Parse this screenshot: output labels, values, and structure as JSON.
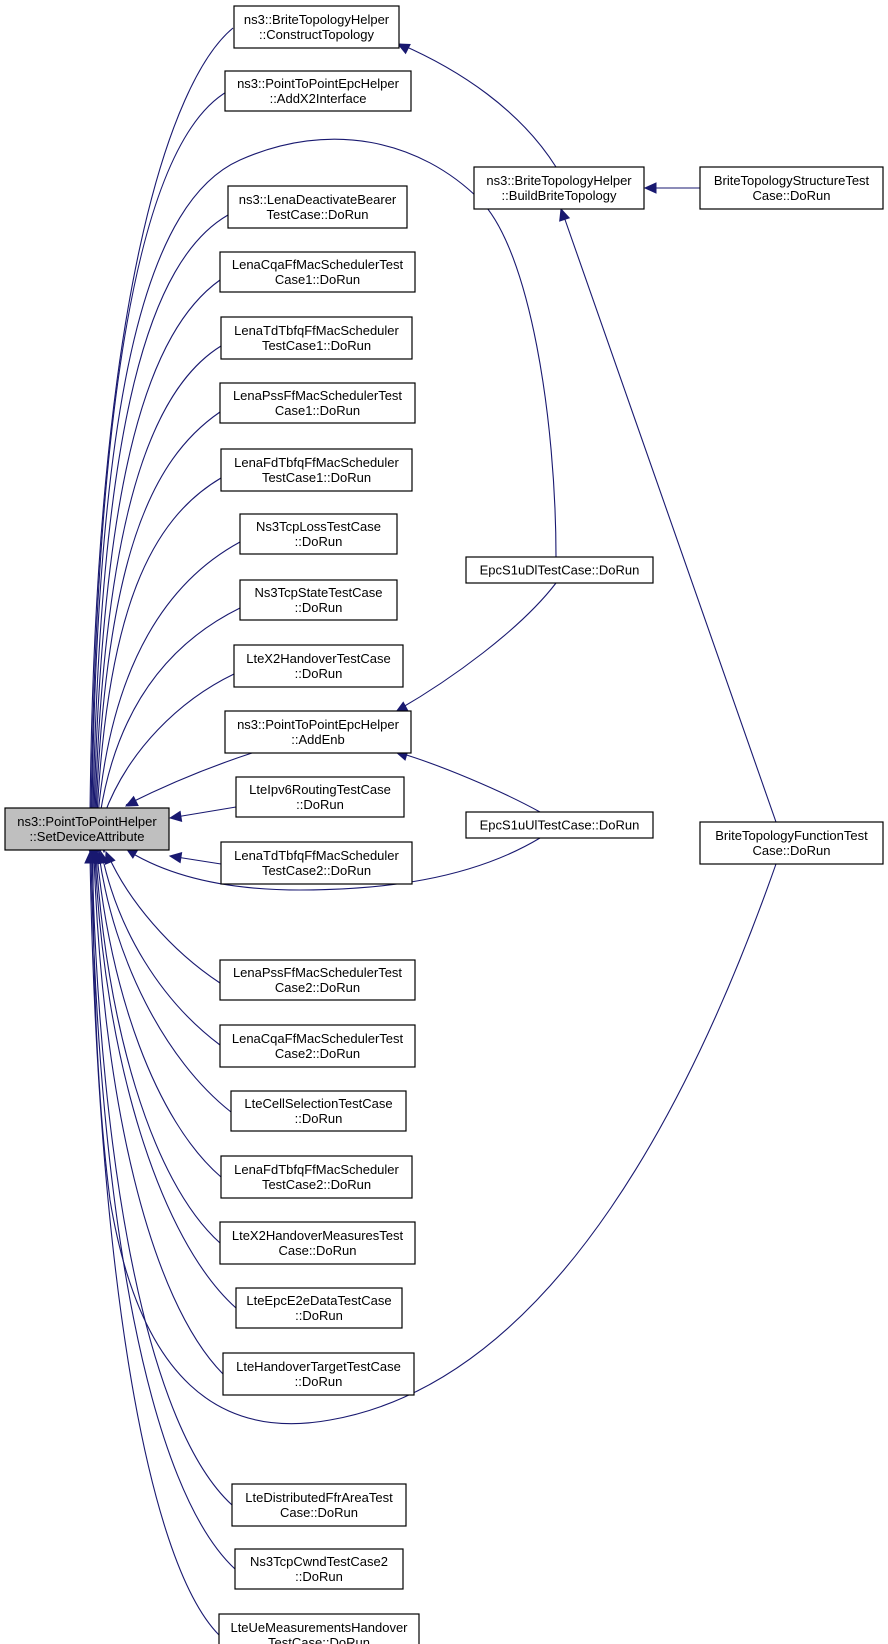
{
  "graph": {
    "colors": {
      "edge": "#191970",
      "root_fill": "#bfbfbf",
      "node_fill": "#ffffff",
      "border": "#000000"
    },
    "nodes": [
      {
        "id": "root",
        "lines": [
          "ns3::PointToPointHelper",
          "::SetDeviceAttribute"
        ],
        "root": true
      },
      {
        "id": "brite_construct",
        "lines": [
          "ns3::BriteTopologyHelper",
          "::ConstructTopology"
        ]
      },
      {
        "id": "p2p_addx2",
        "lines": [
          "ns3::PointToPointEpcHelper",
          "::AddX2Interface"
        ]
      },
      {
        "id": "lena_deactivate",
        "lines": [
          "ns3::LenaDeactivateBearer",
          "TestCase::DoRun"
        ]
      },
      {
        "id": "cqa1",
        "lines": [
          "LenaCqaFfMacSchedulerTest",
          "Case1::DoRun"
        ]
      },
      {
        "id": "tdtbfq1",
        "lines": [
          "LenaTdTbfqFfMacScheduler",
          "TestCase1::DoRun"
        ]
      },
      {
        "id": "pss1",
        "lines": [
          "LenaPssFfMacSchedulerTest",
          "Case1::DoRun"
        ]
      },
      {
        "id": "fdtbfq1",
        "lines": [
          "LenaFdTbfqFfMacScheduler",
          "TestCase1::DoRun"
        ]
      },
      {
        "id": "tcploss",
        "lines": [
          "Ns3TcpLossTestCase",
          "::DoRun"
        ]
      },
      {
        "id": "tcpstate",
        "lines": [
          "Ns3TcpStateTestCase",
          "::DoRun"
        ]
      },
      {
        "id": "x2handover",
        "lines": [
          "LteX2HandoverTestCase",
          "::DoRun"
        ]
      },
      {
        "id": "p2p_addenb",
        "lines": [
          "ns3::PointToPointEpcHelper",
          "::AddEnb"
        ]
      },
      {
        "id": "ipv6routing",
        "lines": [
          "LteIpv6RoutingTestCase",
          "::DoRun"
        ]
      },
      {
        "id": "tdtbfq2",
        "lines": [
          "LenaTdTbfqFfMacScheduler",
          "TestCase2::DoRun"
        ]
      },
      {
        "id": "pss2",
        "lines": [
          "LenaPssFfMacSchedulerTest",
          "Case2::DoRun"
        ]
      },
      {
        "id": "cqa2",
        "lines": [
          "LenaCqaFfMacSchedulerTest",
          "Case2::DoRun"
        ]
      },
      {
        "id": "cellsel",
        "lines": [
          "LteCellSelectionTestCase",
          "::DoRun"
        ]
      },
      {
        "id": "fdtbfq2",
        "lines": [
          "LenaFdTbfqFfMacScheduler",
          "TestCase2::DoRun"
        ]
      },
      {
        "id": "x2meas",
        "lines": [
          "LteX2HandoverMeasuresTest",
          "Case::DoRun"
        ]
      },
      {
        "id": "epce2e",
        "lines": [
          "LteEpcE2eDataTestCase",
          "::DoRun"
        ]
      },
      {
        "id": "hotarget",
        "lines": [
          "LteHandoverTargetTestCase",
          "::DoRun"
        ]
      },
      {
        "id": "distffr",
        "lines": [
          "LteDistributedFfrAreaTest",
          "Case::DoRun"
        ]
      },
      {
        "id": "tcpcwnd",
        "lines": [
          "Ns3TcpCwndTestCase2",
          "::DoRun"
        ]
      },
      {
        "id": "uemeas",
        "lines": [
          "LteUeMeasurementsHandover",
          "TestCase::DoRun"
        ]
      },
      {
        "id": "brite_build",
        "lines": [
          "ns3::BriteTopologyHelper",
          "::BuildBriteTopology"
        ]
      },
      {
        "id": "epcdl",
        "lines": [
          "EpcS1uDlTestCase::DoRun"
        ]
      },
      {
        "id": "epcul",
        "lines": [
          "EpcS1uUlTestCase::DoRun"
        ]
      },
      {
        "id": "brite_struct",
        "lines": [
          "BriteTopologyStructureTest",
          "Case::DoRun"
        ]
      },
      {
        "id": "brite_func",
        "lines": [
          "BriteTopologyFunctionTest",
          "Case::DoRun"
        ]
      }
    ],
    "edges": [
      {
        "from": "brite_construct",
        "to": "root"
      },
      {
        "from": "p2p_addx2",
        "to": "root"
      },
      {
        "from": "epcdl",
        "to": "root"
      },
      {
        "from": "lena_deactivate",
        "to": "root"
      },
      {
        "from": "cqa1",
        "to": "root"
      },
      {
        "from": "tdtbfq1",
        "to": "root"
      },
      {
        "from": "pss1",
        "to": "root"
      },
      {
        "from": "fdtbfq1",
        "to": "root"
      },
      {
        "from": "tcploss",
        "to": "root"
      },
      {
        "from": "tcpstate",
        "to": "root"
      },
      {
        "from": "x2handover",
        "to": "root"
      },
      {
        "from": "p2p_addenb",
        "to": "root"
      },
      {
        "from": "ipv6routing",
        "to": "root"
      },
      {
        "from": "tdtbfq2",
        "to": "root"
      },
      {
        "from": "epcul",
        "to": "root"
      },
      {
        "from": "pss2",
        "to": "root"
      },
      {
        "from": "cqa2",
        "to": "root"
      },
      {
        "from": "cellsel",
        "to": "root"
      },
      {
        "from": "fdtbfq2",
        "to": "root"
      },
      {
        "from": "x2meas",
        "to": "root"
      },
      {
        "from": "epce2e",
        "to": "root"
      },
      {
        "from": "hotarget",
        "to": "root"
      },
      {
        "from": "brite_func",
        "to": "root"
      },
      {
        "from": "distffr",
        "to": "root"
      },
      {
        "from": "tcpcwnd",
        "to": "root"
      },
      {
        "from": "uemeas",
        "to": "root"
      },
      {
        "from": "brite_build",
        "to": "brite_construct"
      },
      {
        "from": "brite_struct",
        "to": "brite_build"
      },
      {
        "from": "brite_func",
        "to": "brite_build"
      },
      {
        "from": "epcdl",
        "to": "p2p_addenb"
      },
      {
        "from": "epcul",
        "to": "p2p_addenb"
      }
    ]
  }
}
